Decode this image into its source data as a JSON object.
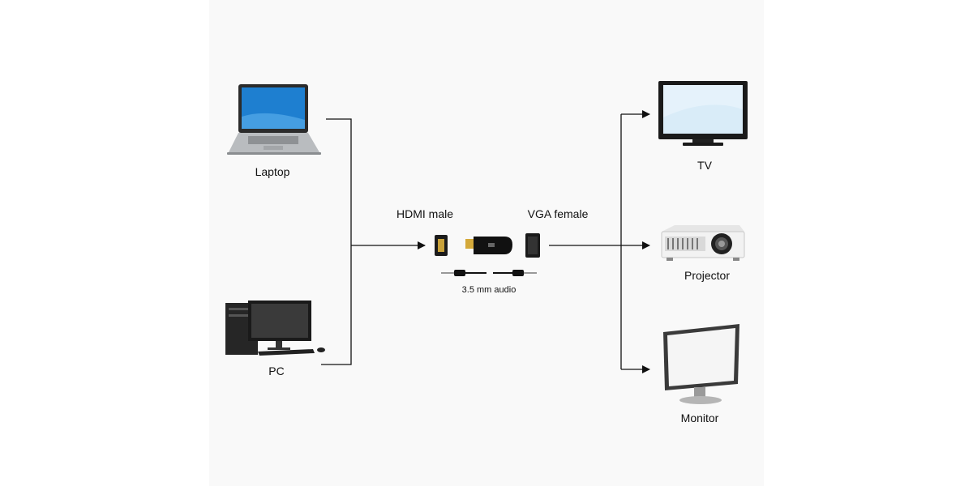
{
  "sources": {
    "laptop": {
      "label": "Laptop",
      "icon": "laptop-icon"
    },
    "pc": {
      "label": "PC",
      "icon": "desktop-pc-icon"
    }
  },
  "adapter": {
    "input_label": "HDMI male",
    "output_label": "VGA female",
    "audio_label": "3.5 mm audio",
    "icon": "hdmi-to-vga-adapter-icon"
  },
  "outputs": {
    "tv": {
      "label": "TV",
      "icon": "tv-icon"
    },
    "projector": {
      "label": "Projector",
      "icon": "projector-icon"
    },
    "monitor": {
      "label": "Monitor",
      "icon": "monitor-icon"
    }
  },
  "colors": {
    "panel": "#f9f9f9",
    "line": "#111111",
    "screen": "#1e7fd0"
  }
}
